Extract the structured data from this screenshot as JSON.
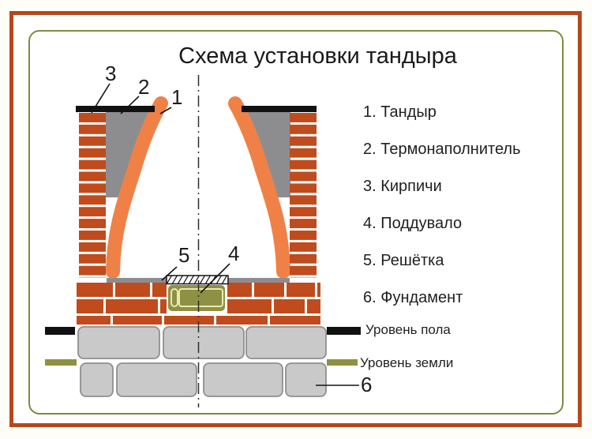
{
  "title": "Схема установки тандыра",
  "callouts": {
    "n1": "1",
    "n2": "2",
    "n3": "3",
    "n4": "4",
    "n5": "5",
    "n6": "6"
  },
  "legend": {
    "items": [
      {
        "text": "1. Тандыр"
      },
      {
        "text": "2. Термонаполнитель"
      },
      {
        "text": "3. Кирпичи"
      },
      {
        "text": "4. Поддувало"
      },
      {
        "text": "5. Решётка"
      },
      {
        "text": "6. Фундамент"
      }
    ]
  },
  "levels": {
    "floor": "Уровень пола",
    "ground": "Уровень земли"
  },
  "colors": {
    "frame_rust": "#b5491c",
    "frame_olive": "#7e8a3e",
    "brick": "#c04b1d",
    "vessel": "#ef8147",
    "thermal_fill": "#8d8d8f",
    "foundation_fill": "#c9c9c9",
    "foundation_stroke": "#8f8f8f",
    "olive_accent": "#8e9143",
    "cream_outline": "#e9eab4",
    "cap_black": "#111111",
    "text": "#1f1f1f"
  }
}
